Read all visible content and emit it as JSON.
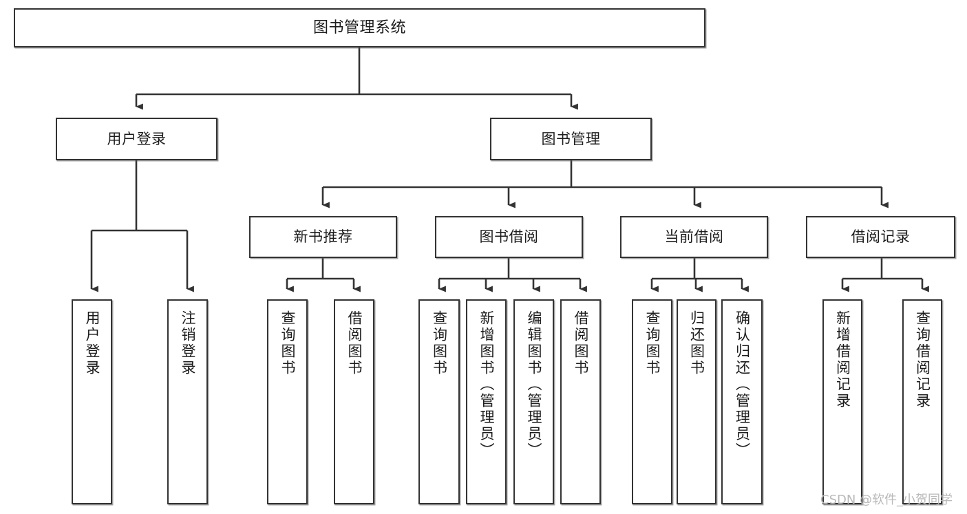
{
  "diagram": {
    "title": "图书管理系统",
    "type": "hierarchy-tree",
    "root": {
      "id": "root",
      "label": "图书管理系统",
      "orientation": "horizontal"
    },
    "level2": [
      {
        "id": "user-login",
        "label": "用户登录",
        "orientation": "horizontal"
      },
      {
        "id": "book-manage",
        "label": "图书管理",
        "orientation": "horizontal"
      }
    ],
    "level3": [
      {
        "id": "new-book-recommend",
        "label": "新书推荐",
        "orientation": "horizontal",
        "parent": "book-manage"
      },
      {
        "id": "book-borrow",
        "label": "图书借阅",
        "orientation": "horizontal",
        "parent": "book-manage"
      },
      {
        "id": "current-borrow",
        "label": "当前借阅",
        "orientation": "horizontal",
        "parent": "book-manage"
      },
      {
        "id": "borrow-record",
        "label": "借阅记录",
        "orientation": "horizontal",
        "parent": "book-manage"
      }
    ],
    "leaves": [
      {
        "id": "leaf-user-login",
        "label": "用户登录",
        "parent": "user-login"
      },
      {
        "id": "leaf-user-logout",
        "label": "注销登录",
        "parent": "user-login"
      },
      {
        "id": "leaf-query-book-1",
        "label": "查询图书",
        "parent": "new-book-recommend"
      },
      {
        "id": "leaf-borrow-book-1",
        "label": "借阅图书",
        "parent": "new-book-recommend"
      },
      {
        "id": "leaf-query-book-2",
        "label": "查询图书",
        "parent": "book-borrow"
      },
      {
        "id": "leaf-add-book",
        "label": "新增图书（管理员）",
        "parent": "book-borrow"
      },
      {
        "id": "leaf-edit-book",
        "label": "编辑图书（管理员）",
        "parent": "book-borrow"
      },
      {
        "id": "leaf-borrow-book-2",
        "label": "借阅图书",
        "parent": "book-borrow"
      },
      {
        "id": "leaf-query-book-3",
        "label": "查询图书",
        "parent": "current-borrow"
      },
      {
        "id": "leaf-return-book",
        "label": "归还图书",
        "parent": "current-borrow"
      },
      {
        "id": "leaf-confirm-return",
        "label": "确认归还（管理员）",
        "parent": "current-borrow"
      },
      {
        "id": "leaf-add-record",
        "label": "新增借阅记录",
        "parent": "borrow-record"
      },
      {
        "id": "leaf-query-record",
        "label": "查询借阅记录",
        "parent": "borrow-record"
      }
    ],
    "watermark": "CSDN @软件_小贺同学",
    "colors": {
      "stroke": "#333333",
      "background": "#ffffff",
      "text": "#1c1c1c",
      "watermark": "#b9b9b9"
    }
  }
}
